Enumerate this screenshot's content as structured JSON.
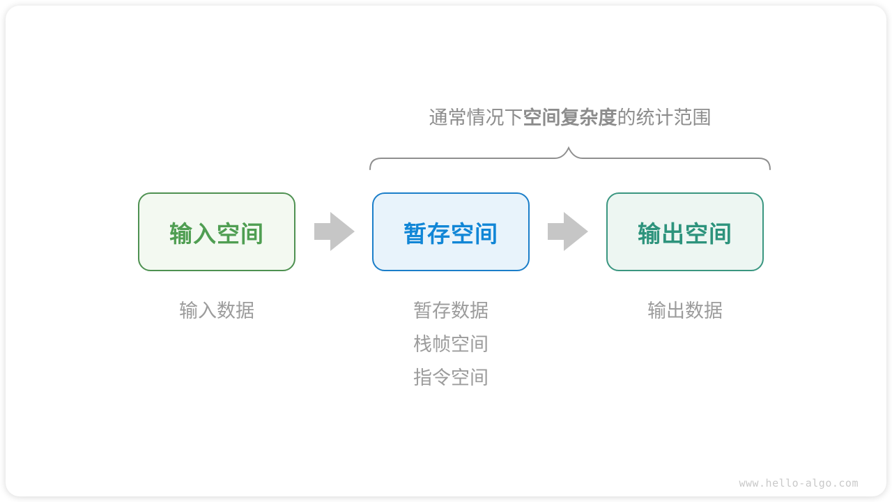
{
  "diagram": {
    "title": {
      "prefix": "通常情况下",
      "emphasis": "空间复杂度",
      "suffix": "的统计范围"
    },
    "nodes": [
      {
        "id": "input-space",
        "label": "输入空间",
        "border_color": "#4e9151",
        "bg_color": "#f3f9f1",
        "text_color": "#4f9e52"
      },
      {
        "id": "temp-space",
        "label": "暂存空间",
        "border_color": "#1b7ec9",
        "bg_color": "#e8f3fb",
        "text_color": "#1186d6"
      },
      {
        "id": "output-space",
        "label": "输出空间",
        "border_color": "#3a9680",
        "bg_color": "#edf6f2",
        "text_color": "#2d937c"
      }
    ],
    "annotations": {
      "input": [
        "输入数据"
      ],
      "temp": [
        "暂存数据",
        "栈帧空间",
        "指令空间"
      ],
      "output": [
        "输出数据"
      ]
    },
    "palette": {
      "arrow": "#c6c6c6",
      "brace": "#8f8f8f",
      "title_text": "#8c8c8c",
      "caption_text": "#9c9c9c",
      "watermark_text": "#c9c9c9"
    },
    "watermark": "www.hello-algo.com"
  }
}
